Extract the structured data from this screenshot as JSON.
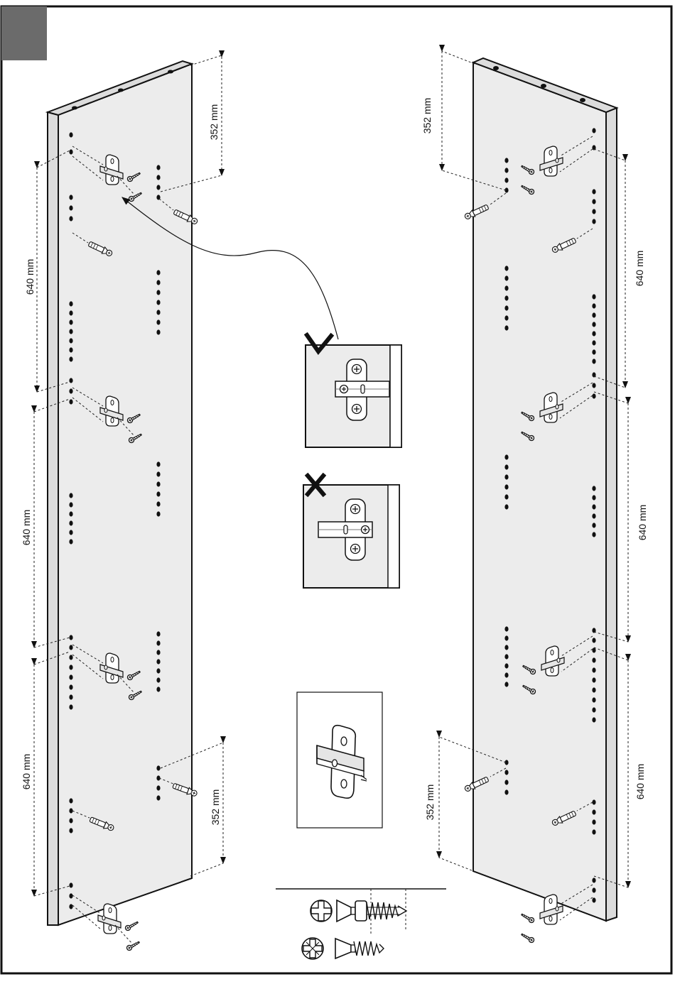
{
  "page": {
    "step_marker_color": "#6b6b6b",
    "panel_fill": "#ececec",
    "panel_edge_fill": "#dcdcdc",
    "ink": "#111111"
  },
  "dimensions": {
    "left_top": "352 mm",
    "left_640_a": "640 mm",
    "left_640_b": "640 mm",
    "left_640_c": "640 mm",
    "left_bottom": "352 mm",
    "right_top": "352 mm",
    "right_640_a": "640 mm",
    "right_640_b": "640 mm",
    "right_640_c": "640 mm",
    "right_bottom": "352 mm"
  },
  "callouts": {
    "correct_symbol": "check-icon",
    "wrong_symbol": "cross-icon"
  },
  "hardware_legend": [
    {
      "icon": "phillips-drive-icon",
      "fastener": "dowel-screw-icon"
    },
    {
      "icon": "pozidriv-drive-icon",
      "fastener": "countersunk-screw-icon"
    }
  ]
}
